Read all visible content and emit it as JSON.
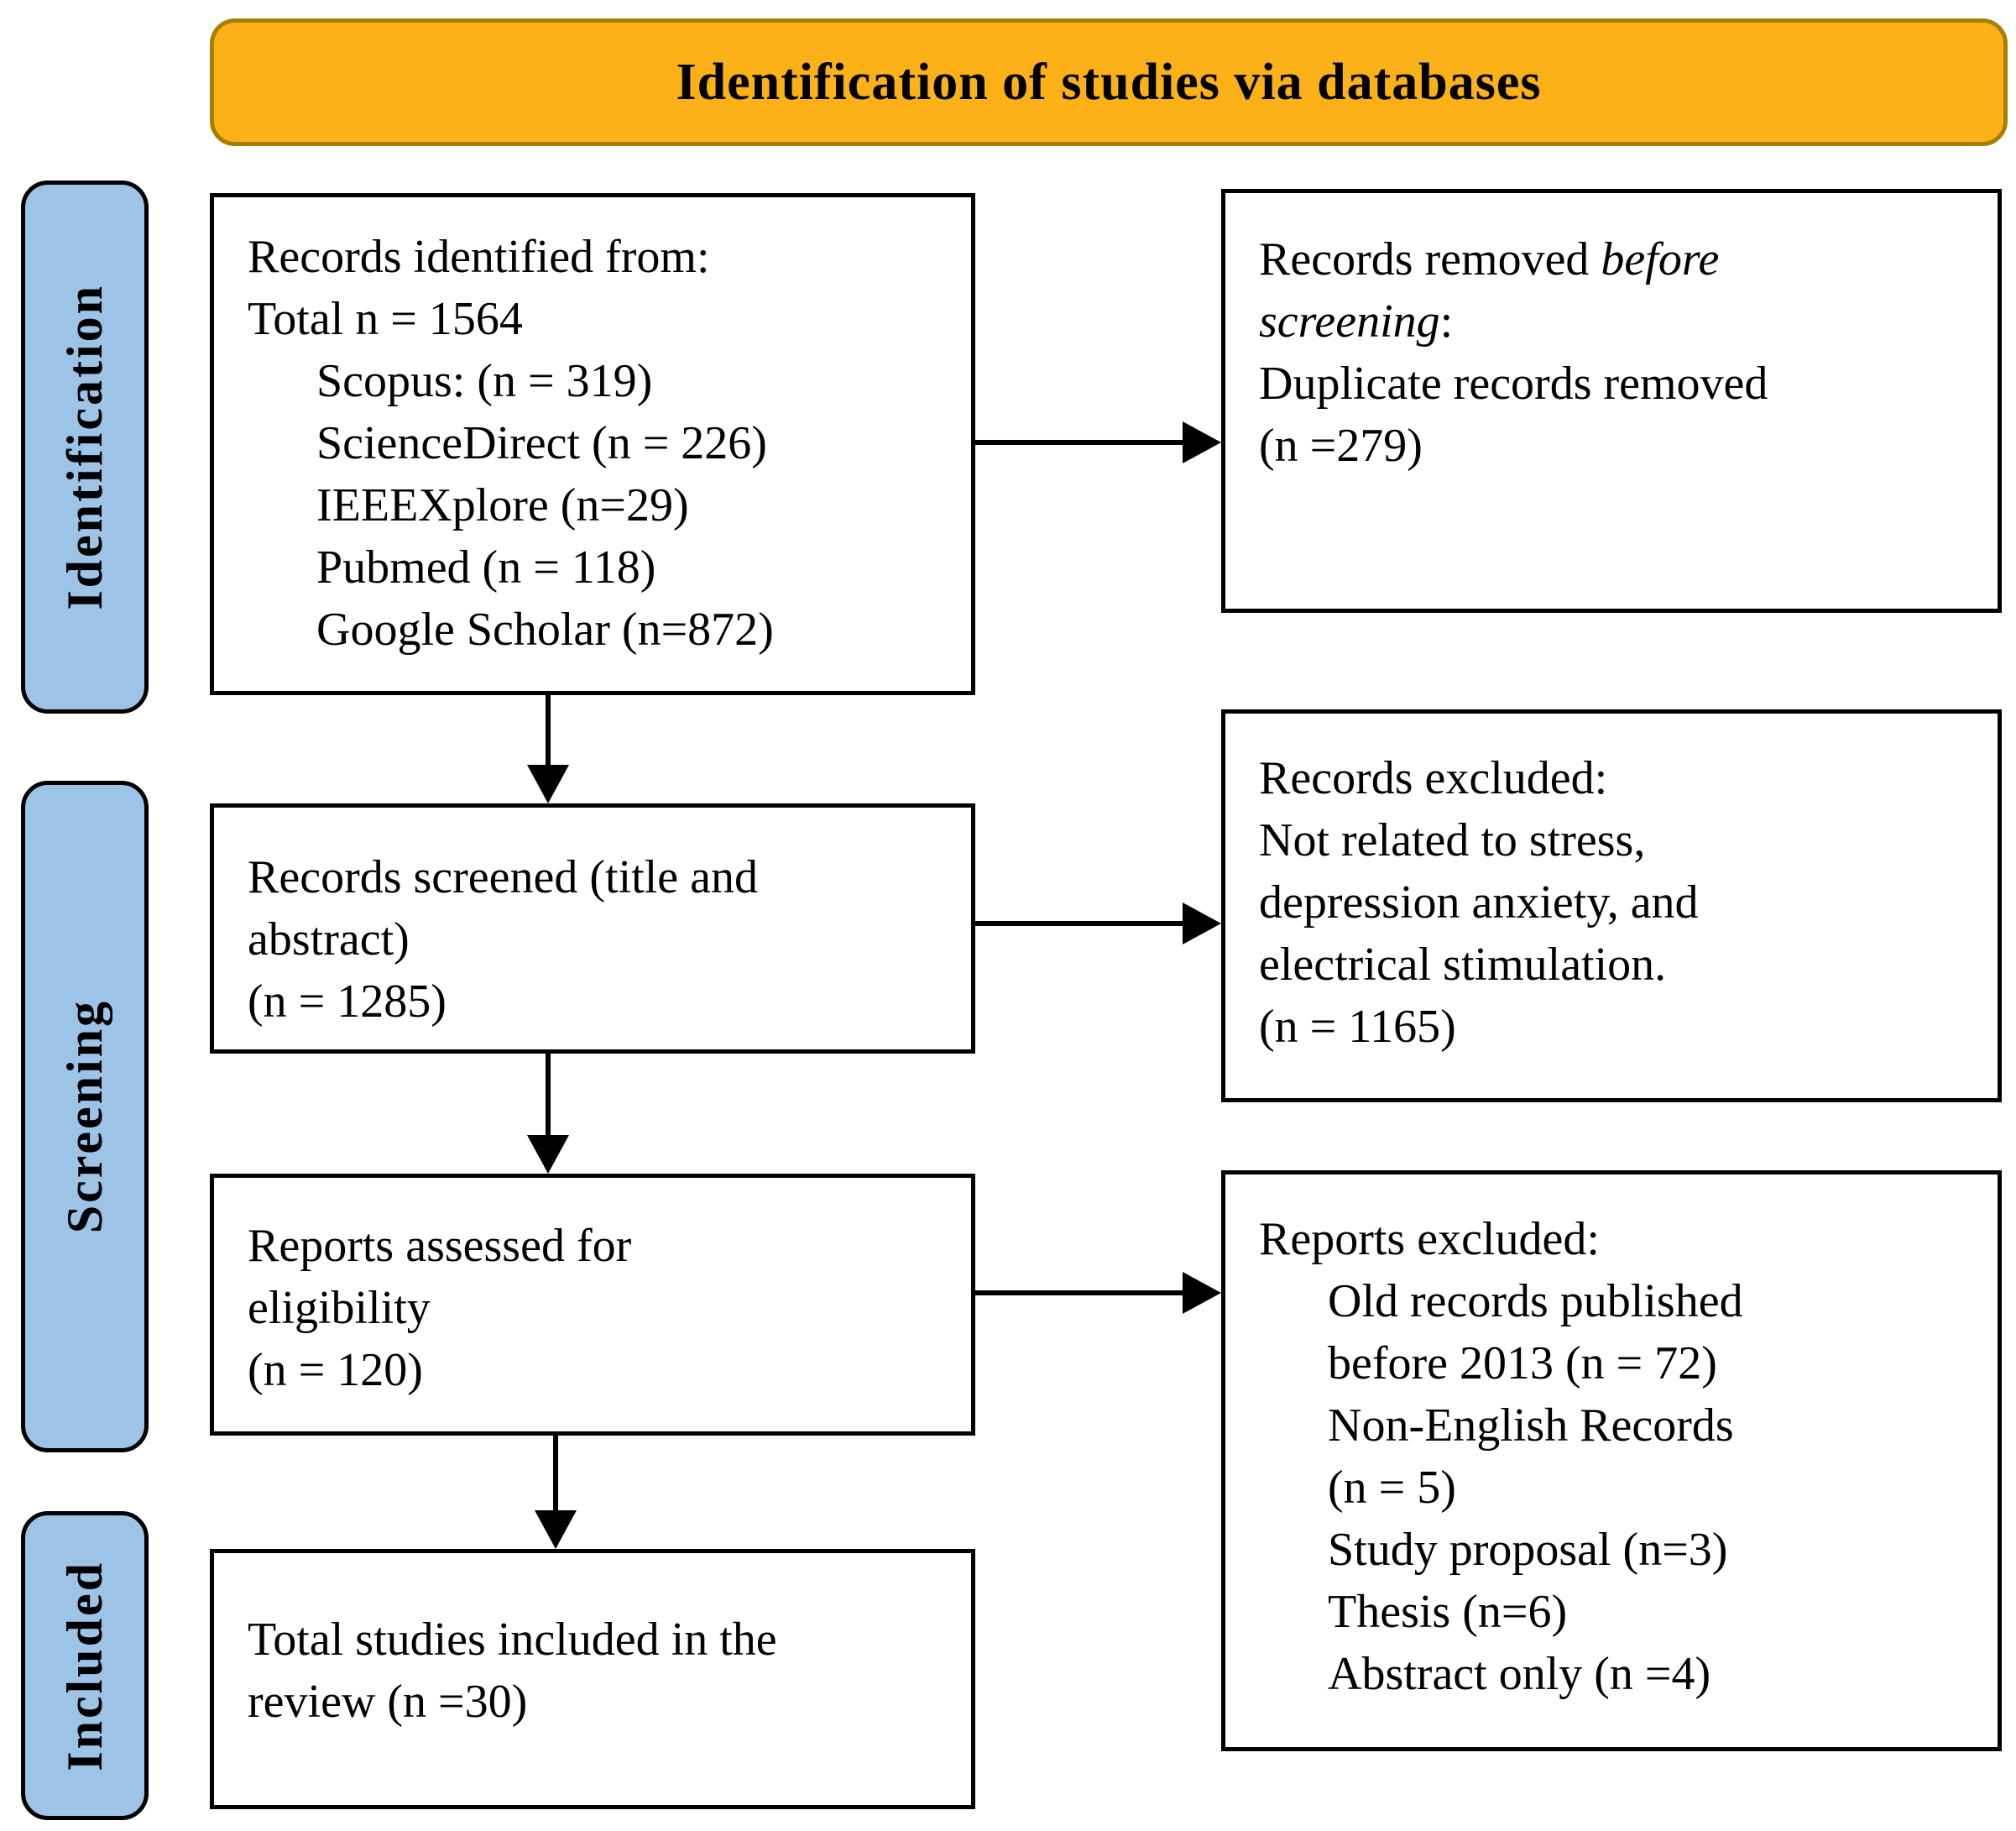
{
  "banner": {
    "title": "Identification of studies via databases"
  },
  "stages": {
    "identification": "Identification",
    "screening": "Screening",
    "included": "Included"
  },
  "boxes": {
    "identified": {
      "lines": [
        "Records identified from:",
        "Total n = 1564",
        "Scopus: (n = 319)",
        "ScienceDirect (n = 226)",
        "IEEEXplore (n=29)",
        "Pubmed (n = 118)",
        "Google Scholar (n=872)"
      ]
    },
    "removed": {
      "l1_normal": "Records removed ",
      "l1_italic": "before",
      "l2_italic": "screening",
      "l2_colon": ":",
      "l3": "Duplicate records removed",
      "l4": "(n =279)"
    },
    "screened": {
      "l1": "Records screened (title and",
      "l2": "abstract)",
      "l3": "(n = 1285)"
    },
    "records_excluded": {
      "l1": "Records excluded:",
      "l2": "Not related to stress,",
      "l3": "depression anxiety, and",
      "l4": "electrical stimulation.",
      "l5": "(n = 1165)"
    },
    "assessed": {
      "l1": "Reports assessed for",
      "l2": "eligibility",
      "l3": "(n = 120)"
    },
    "reports_excluded": {
      "l1": "Reports excluded:",
      "items": [
        "Old records published",
        "before 2013 (n = 72)",
        "Non-English Records",
        "(n = 5)",
        "Study proposal (n=3)",
        "Thesis (n=6)",
        "Abstract only (n =4)"
      ]
    },
    "included_total": {
      "l1": "Total studies included in the",
      "l2": "review (n =30)"
    }
  },
  "colors": {
    "banner_bg": "#FBB117",
    "banner_border": "#A67F00",
    "stage_bg": "#9DC3E6",
    "ink": "#000000"
  }
}
